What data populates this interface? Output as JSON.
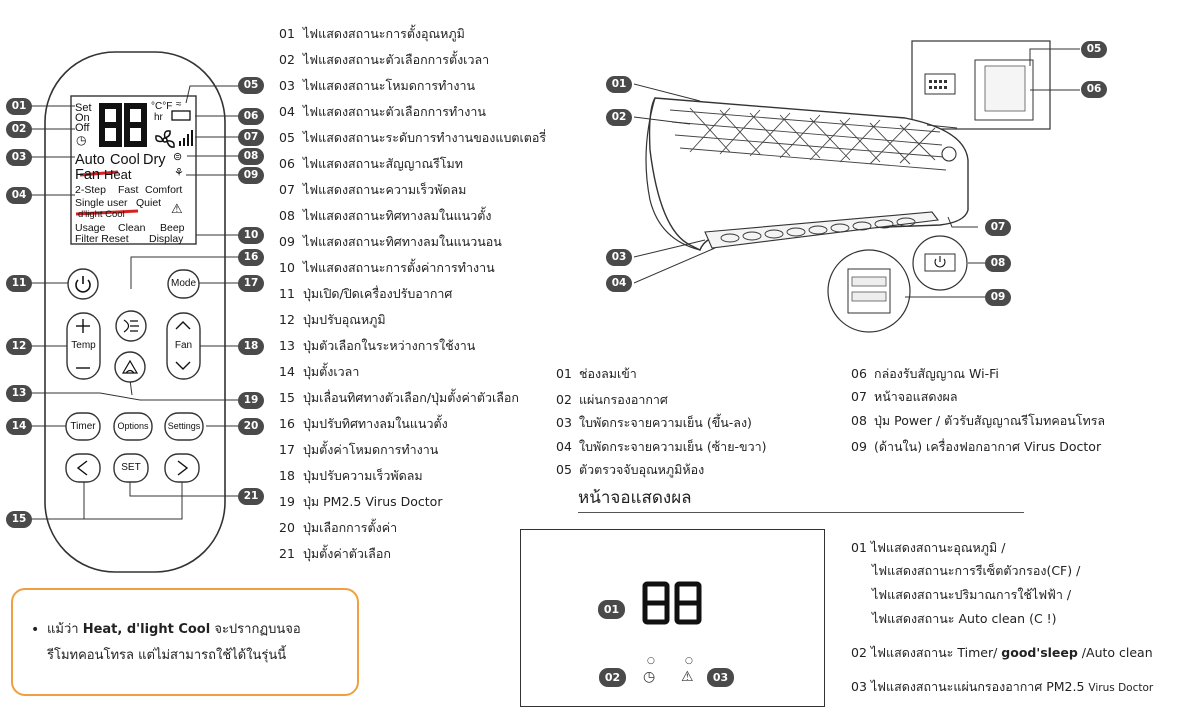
{
  "remote": {
    "lcd": {
      "set": "Set",
      "on": "On",
      "off": "Off",
      "digits": "88",
      "deg_cf": "°C°F",
      "hr": "hr",
      "mode_row1": [
        "Auto",
        "Cool",
        "Dry"
      ],
      "mode_row2": [
        "Fan",
        "Heat"
      ],
      "options_row": [
        "2-Step",
        "Fast",
        "Comfort"
      ],
      "single_quiet": [
        "Single user",
        "Quiet"
      ],
      "dlight_cool": "d'light Cool",
      "usage_row": [
        "Usage",
        "Clean",
        "Beep"
      ],
      "filter_row": [
        "Filter Reset",
        "Display"
      ]
    },
    "buttons": {
      "power": "⏻",
      "mode": "Mode",
      "temp": "Temp",
      "fan": "Fan",
      "timer": "Timer",
      "options": "Options",
      "settings": "Settings",
      "set": "SET"
    },
    "callouts": [
      "01",
      "02",
      "03",
      "04",
      "05",
      "06",
      "07",
      "08",
      "09",
      "10",
      "11",
      "12",
      "13",
      "14",
      "15",
      "16",
      "17",
      "18",
      "19",
      "20",
      "21"
    ]
  },
  "remote_legend": [
    {
      "num": "01",
      "text": "ไฟแสดงสถานะการตั้งอุณหภูมิ"
    },
    {
      "num": "02",
      "text": "ไฟแสดงสถานะตัวเลือกการตั้งเวลา"
    },
    {
      "num": "03",
      "text": "ไฟแสดงสถานะโหมดการทำงาน"
    },
    {
      "num": "04",
      "text": "ไฟแสดงสถานะตัวเลือกการทำงาน"
    },
    {
      "num": "05",
      "text": "ไฟแสดงสถานะระดับการทำงานของแบตเตอรี่"
    },
    {
      "num": "06",
      "text": "ไฟแสดงสถานะสัญญาณรีโมท"
    },
    {
      "num": "07",
      "text": "ไฟแสดงสถานะความเร็วพัดลม"
    },
    {
      "num": "08",
      "text": "ไฟแสดงสถานะทิศทางลมในแนวตั้ง"
    },
    {
      "num": "09",
      "text": "ไฟแสดงสถานะทิศทางลมในแนวนอน"
    },
    {
      "num": "10",
      "text": "ไฟแสดงสถานะการตั้งค่าการทำงาน"
    },
    {
      "num": "11",
      "text": "ปุ่มเปิด/ปิดเครื่องปรับอากาศ"
    },
    {
      "num": "12",
      "text": "ปุ่มปรับอุณหภูมิ"
    },
    {
      "num": "13",
      "text": "ปุ่มตัวเลือกในระหว่างการใช้งาน"
    },
    {
      "num": "14",
      "text": "ปุ่มตั้งเวลา"
    },
    {
      "num": "15",
      "text": "ปุ่มเลื่อนทิศทางตัวเลือก/ปุ่มตั้งค่าตัวเลือก"
    },
    {
      "num": "16",
      "text": "ปุ่มปรับทิศทางลมในแนวตั้ง"
    },
    {
      "num": "17",
      "text": "ปุ่มตั้งค่าโหมดการทำงาน"
    },
    {
      "num": "18",
      "text": "ปุ่มปรับความเร็วพัดลม"
    },
    {
      "num": "19",
      "text": "ปุ่ม PM2.5 Virus Doctor"
    },
    {
      "num": "20",
      "text": "ปุ่มเลือกการตั้งค่า"
    },
    {
      "num": "21",
      "text": "ปุ่มตั้งค่าตัวเลือก"
    }
  ],
  "note": {
    "bullet": "•",
    "line1_pre": "แม้ว่า ",
    "line1_bold": "Heat, d'light Cool",
    "line1_post": " จะปรากฏบนจอ",
    "line2": "รีโมทคอนโทรล แต่ไม่สามารถใช้ได้ในรุ่นนี้"
  },
  "unit": {
    "callouts": [
      "01",
      "02",
      "03",
      "04",
      "05",
      "06",
      "07",
      "08",
      "09"
    ],
    "legend_left": [
      {
        "num": "01",
        "text": "ช่องลมเข้า"
      },
      {
        "num": "02",
        "text": "แผ่นกรองอากาศ"
      },
      {
        "num": "03",
        "text": "ใบพัดกระจายความเย็น (ขึ้น-ลง)"
      },
      {
        "num": "04",
        "text": "ใบพัดกระจายความเย็น (ซ้าย-ขวา)"
      },
      {
        "num": "05",
        "text": "ตัวตรวจจับอุณหภูมิห้อง"
      }
    ],
    "legend_right": [
      {
        "num": "06",
        "text": "กล่องรับสัญญาณ Wi-Fi"
      },
      {
        "num": "07",
        "text": "หน้าจอแสดงผล"
      },
      {
        "num": "08",
        "text": "ปุ่ม Power / ตัวรับสัญญาณรีโมทคอนโทรล"
      },
      {
        "num": "09",
        "text": "(ด้านใน) เครื่องฟอกอากาศ Virus Doctor"
      }
    ]
  },
  "display": {
    "heading": "หน้าจอแสดงผล",
    "digits": "88",
    "callouts": [
      "01",
      "02",
      "03"
    ],
    "legend": {
      "l01a": "01 ไฟแสดงสถานะอุณหภูมิ /",
      "l01b": "ไฟแสดงสถานะการรีเซ็ตตัวกรอง(CF) /",
      "l01c": "ไฟแสดงสถานะปริมาณการใช้ไฟฟ้า /",
      "l01d": "ไฟแสดงสถานะ Auto clean (C !)",
      "l02_pre": "02 ไฟแสดงสถานะ Timer/ ",
      "l02_bold": "good'sleep",
      "l02_post": " /Auto clean",
      "l03_pre": "03 ไฟแสดงสถานะแผ่นกรองอากาศ PM2.5 ",
      "l03_post": "Virus Doctor"
    }
  }
}
